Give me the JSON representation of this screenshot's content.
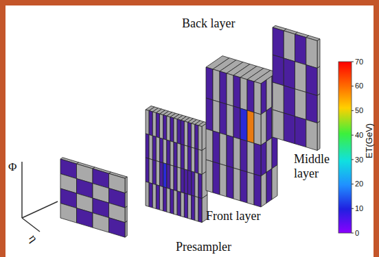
{
  "diagram": {
    "labels": [
      "Back layer",
      "Middle layer",
      "Front layer",
      "Presampler",
      "Φ",
      "η",
      "70",
      "60",
      "50",
      "40",
      "30",
      "20",
      "10",
      "0",
      "ET(GeV)"
    ]
  }
}
